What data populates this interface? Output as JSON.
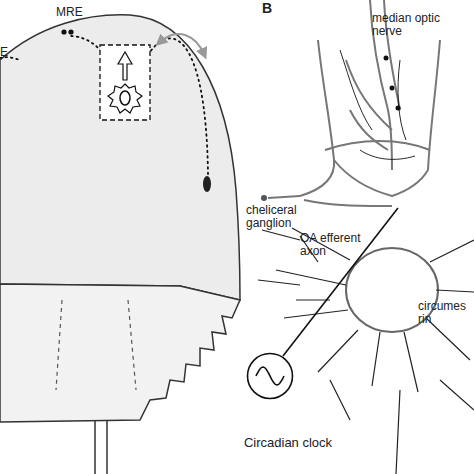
{
  "diagram": {
    "nodes": [
      {
        "text": [
          "Circadian clock"
        ]
      }
    ],
    "labels": [
      "E",
      "MRE",
      "B",
      "median optic nerve",
      "cheliceral ganglion",
      "OA efferent axon",
      "circumes rin"
    ]
  }
}
